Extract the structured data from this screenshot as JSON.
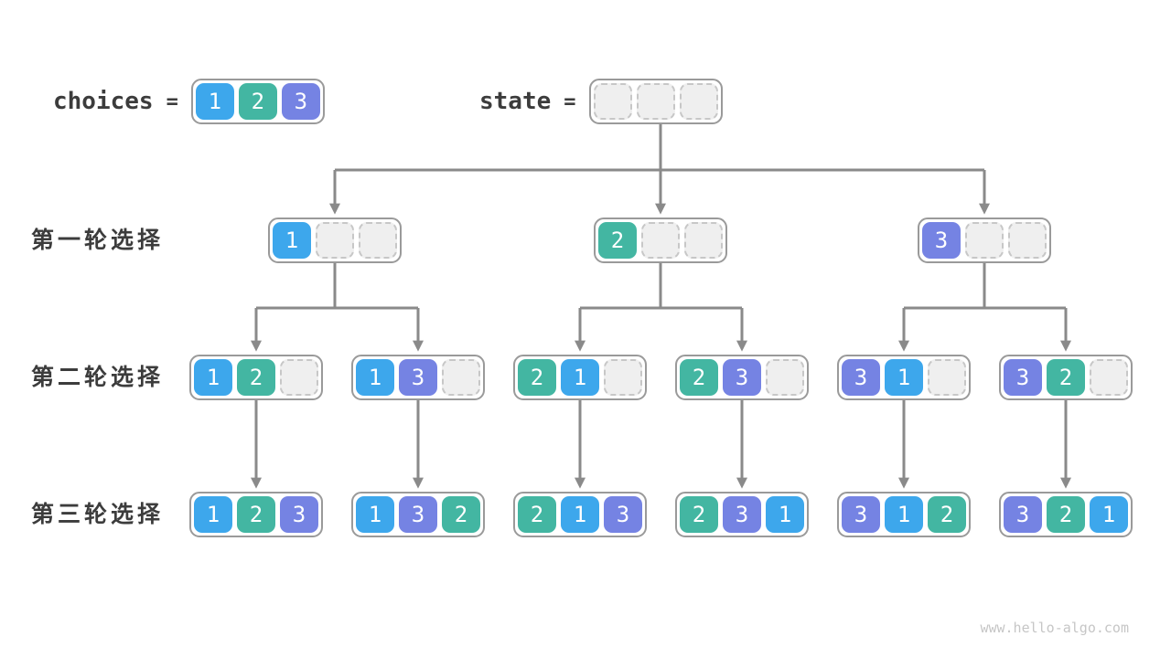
{
  "title_row": {
    "choices": {
      "label": "choices",
      "equals": "=",
      "cells": [
        1,
        2,
        3
      ]
    },
    "state": {
      "label": "state",
      "equals": "=",
      "cells": [
        null,
        null,
        null
      ]
    }
  },
  "rounds": [
    {
      "label": "第一轮选择",
      "nodes": [
        [
          1,
          null,
          null
        ],
        [
          2,
          null,
          null
        ],
        [
          3,
          null,
          null
        ]
      ]
    },
    {
      "label": "第二轮选择",
      "nodes": [
        [
          1,
          2,
          null
        ],
        [
          1,
          3,
          null
        ],
        [
          2,
          1,
          null
        ],
        [
          2,
          3,
          null
        ],
        [
          3,
          1,
          null
        ],
        [
          3,
          2,
          null
        ]
      ]
    },
    {
      "label": "第三轮选择",
      "nodes": [
        [
          1,
          2,
          3
        ],
        [
          1,
          3,
          2
        ],
        [
          2,
          1,
          3
        ],
        [
          2,
          3,
          1
        ],
        [
          3,
          1,
          2
        ],
        [
          3,
          2,
          1
        ]
      ]
    }
  ],
  "colors": {
    "value_1": "#3da7ec",
    "value_2": "#43b6a2",
    "value_3": "#7583e3",
    "empty_cell_fill": "#efefef",
    "empty_cell_border": "#c7c7c7",
    "node_border": "#9a9a9a",
    "arrow": "#8a8a8a",
    "label_text": "#3c3c3c",
    "cell_text": "#ffffff",
    "watermark_text": "#c6c6c6"
  },
  "watermark": "www.hello-algo.com"
}
